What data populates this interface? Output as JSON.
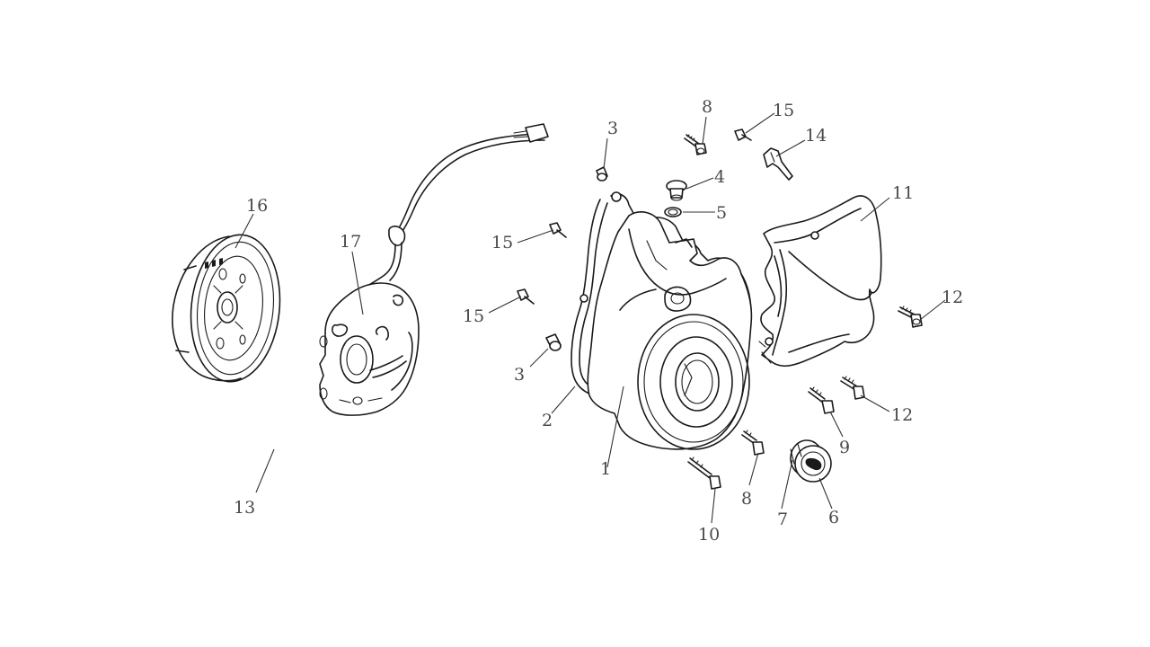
{
  "diagram": {
    "labels": {
      "l1": "1",
      "l2": "2",
      "l3a": "3",
      "l3b": "3",
      "l4": "4",
      "l5": "5",
      "l6": "6",
      "l7": "7",
      "l8a": "8",
      "l8b": "8",
      "l9": "9",
      "l10": "10",
      "l11": "11",
      "l12a": "12",
      "l12b": "12",
      "l13": "13",
      "l14": "14",
      "l15a": "15",
      "l15b": "15",
      "l15c": "15",
      "l16": "16",
      "l17": "17"
    }
  }
}
